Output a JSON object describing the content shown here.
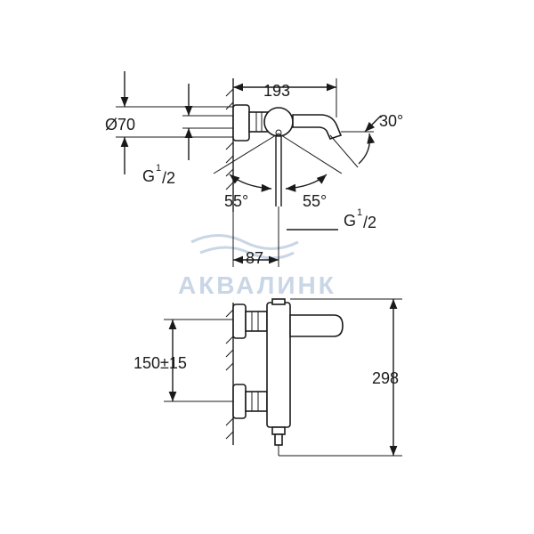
{
  "dimensions": {
    "width_top": "193",
    "diameter": "Ø70",
    "spout_angle": "30°",
    "thread_left_main": "G",
    "thread_left_sup": "1",
    "thread_left_sub": "/2",
    "angle_left": "55°",
    "angle_right": "55°",
    "thread_right_main": "G",
    "thread_right_sup": "1",
    "thread_right_sub": "/2",
    "depth": "87",
    "center_distance": "150±15",
    "height": "298"
  },
  "watermark": {
    "text": "АКВАЛИНК"
  },
  "colors": {
    "line": "#1a1a1a",
    "watermark": "#c9d6e6",
    "background": "#ffffff"
  }
}
